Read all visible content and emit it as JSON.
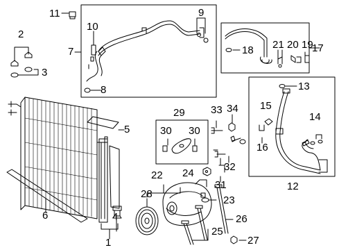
{
  "callouts": {
    "c1": "1",
    "c2": "2",
    "c3": "3",
    "c4": "4",
    "c5": "5",
    "c6": "6",
    "c7": "7",
    "c8": "8",
    "c9": "9",
    "c10": "10",
    "c11": "11",
    "c12": "12",
    "c13": "13",
    "c14": "14",
    "c15": "15",
    "c16": "16",
    "c17": "17",
    "c18": "18",
    "c19": "19",
    "c20": "20",
    "c21": "21",
    "c22": "22",
    "c23": "23",
    "c24": "24",
    "c25": "25",
    "c26": "26",
    "c27": "27",
    "c28": "28",
    "c29": "29",
    "c30a": "30",
    "c30b": "30",
    "c31": "31",
    "c32": "32",
    "c33": "33",
    "c34": "34"
  },
  "colors": {
    "line": "#000000",
    "background": "#ffffff"
  }
}
